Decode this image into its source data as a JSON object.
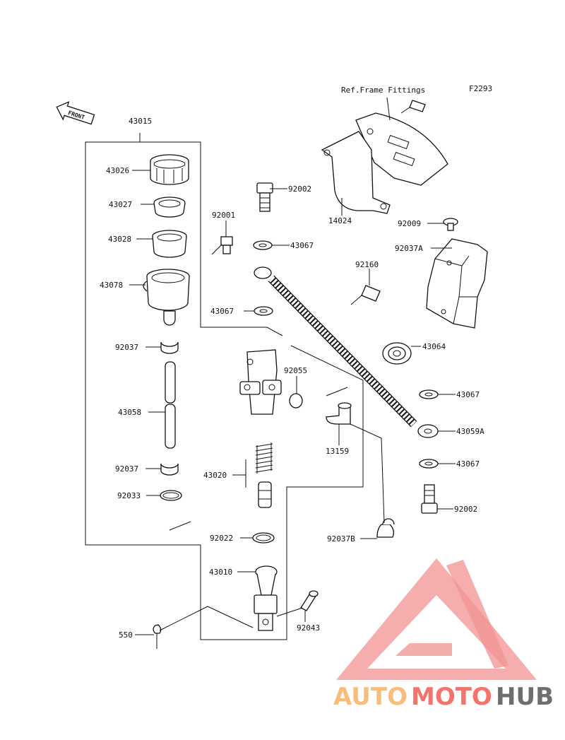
{
  "figure_code": "F2293",
  "ref_note": "Ref.Frame Fittings",
  "front_arrow_text": "FRONT",
  "watermark": {
    "auto": "AUTO",
    "moto": "MOTO",
    "hub": "HUB",
    "colors": {
      "auto": "#f7b267",
      "moto": "#f25c54",
      "hub": "#555555",
      "logo": "#ef7f7f"
    }
  },
  "labels": {
    "p43015": "43015",
    "p43026": "43026",
    "p43027": "43027",
    "p43028": "43028",
    "p92001": "92001",
    "p92002a": "92002",
    "p43067a": "43067",
    "p43078": "43078",
    "p92160": "92160",
    "p43067b": "43067",
    "p92037a": "92037",
    "p92055": "92055",
    "p43064": "43064",
    "p43067c": "43067",
    "p43058": "43058",
    "p13159": "13159",
    "p43059A": "43059A",
    "p92037b": "92037",
    "p43020": "43020",
    "p43067d": "43067",
    "p92033": "92033",
    "p92002b": "92002",
    "p92022": "92022",
    "p92037B": "92037B",
    "p43010": "43010",
    "p92043": "92043",
    "p550": "550",
    "p14024": "14024",
    "p92009": "92009",
    "p92037A": "92037A"
  }
}
